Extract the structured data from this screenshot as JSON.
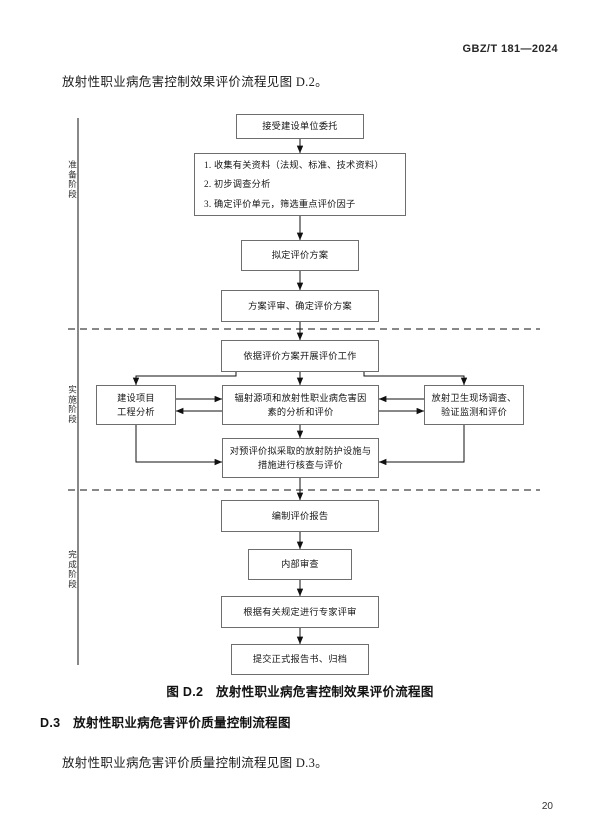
{
  "header": {
    "standard_code": "GBZ/T 181—2024",
    "page_number": "20"
  },
  "body": {
    "lead_paragraph": "放射性职业病危害控制效果评价流程见图 D.2。",
    "figure_caption": "图 D.2　放射性职业病危害控制效果评价流程图",
    "section_heading": "D.3　放射性职业病危害评价质量控制流程图",
    "section_paragraph": "放射性职业病危害评价质量控制流程见图 D.3。"
  },
  "flowchart": {
    "stages": [
      {
        "id": "stage-preparation",
        "label": "准备阶段"
      },
      {
        "id": "stage-implementation",
        "label": "实施阶段"
      },
      {
        "id": "stage-completion",
        "label": "完成阶段"
      }
    ],
    "nodes": {
      "start": {
        "label": "接受建设单位委托"
      },
      "collect": {
        "lines": [
          "1. 收集有关资料（法规、标准、技术资料）",
          "2. 初步调查分析",
          "3. 确定评价单元，筛选重点评价因子"
        ]
      },
      "draft_plan": {
        "label": "拟定评价方案"
      },
      "review_plan": {
        "label": "方案评审、确定评价方案"
      },
      "carry_out": {
        "label": "依据评价方案开展评价工作"
      },
      "project_analysis": {
        "lines": [
          "建设项目",
          "工程分析"
        ]
      },
      "source_analysis": {
        "lines": [
          "辐射源项和放射性职业病危害因",
          "素的分析和评价"
        ]
      },
      "site_survey": {
        "lines": [
          "放射卫生现场调查、",
          "验证监测和评价"
        ]
      },
      "protection_check": {
        "lines": [
          "对预评价拟采取的放射防护设施与",
          "措施进行核查与评价"
        ]
      },
      "write_report": {
        "label": "编制评价报告"
      },
      "internal_review": {
        "label": "内部审查"
      },
      "expert_review": {
        "label": "根据有关规定进行专家评审"
      },
      "submit_archive": {
        "label": "提交正式报告书、归档"
      }
    },
    "colors": {
      "box_border": "#6e6e6e",
      "connector": "#111111",
      "divider": "#111111"
    }
  }
}
